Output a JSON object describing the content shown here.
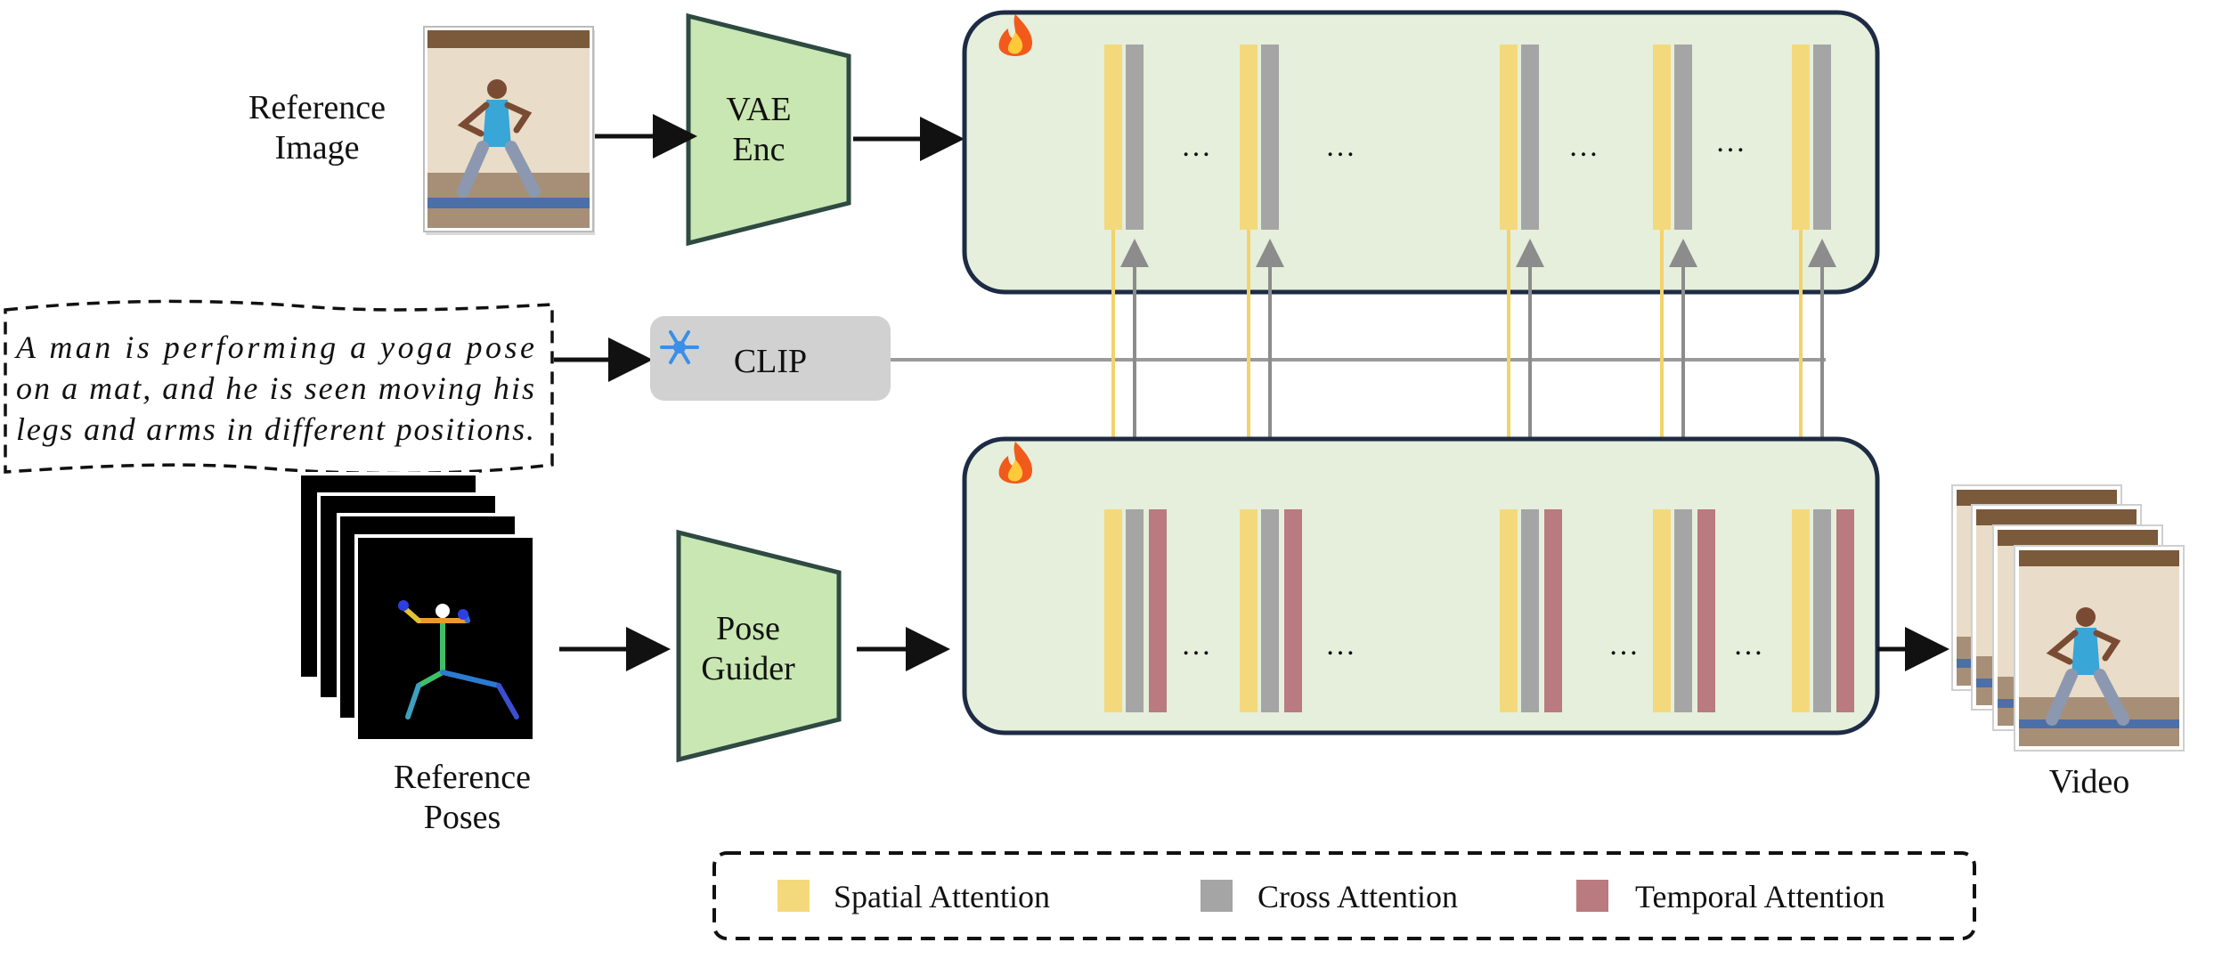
{
  "reference_image_label": [
    "Reference",
    "Image"
  ],
  "vae_label": [
    "VAE",
    "Enc"
  ],
  "clip_label": "CLIP",
  "caption_lines": [
    "A man is performing a yoga pose",
    "on a mat, and he is seen moving his",
    "legs and arms in different positions."
  ],
  "pose_guider_label": [
    "Pose",
    "Guider"
  ],
  "reference_poses_label": [
    "Reference",
    "Poses"
  ],
  "video_label": "Video",
  "ellipsis": "…",
  "legend": [
    {
      "label": "Spatial Attention",
      "color": "#f4d97c"
    },
    {
      "label": "Cross Attention",
      "color": "#a5a5a5"
    },
    {
      "label": "Temporal Attention",
      "color": "#b97b7f"
    }
  ],
  "colors": {
    "block_fill": "#e5efdc",
    "block_stroke": "#1d2b44",
    "encoder_fill": "#c9e7b2",
    "encoder_stroke": "#2e4a42",
    "clip_fill": "#d1d1d1",
    "spatial": "#f4d97c",
    "cross": "#a5a5a5",
    "temporal": "#b97b7f",
    "arrow": "#111111"
  },
  "icons": {
    "trainable": "fire-icon",
    "frozen": "snowflake-icon"
  }
}
